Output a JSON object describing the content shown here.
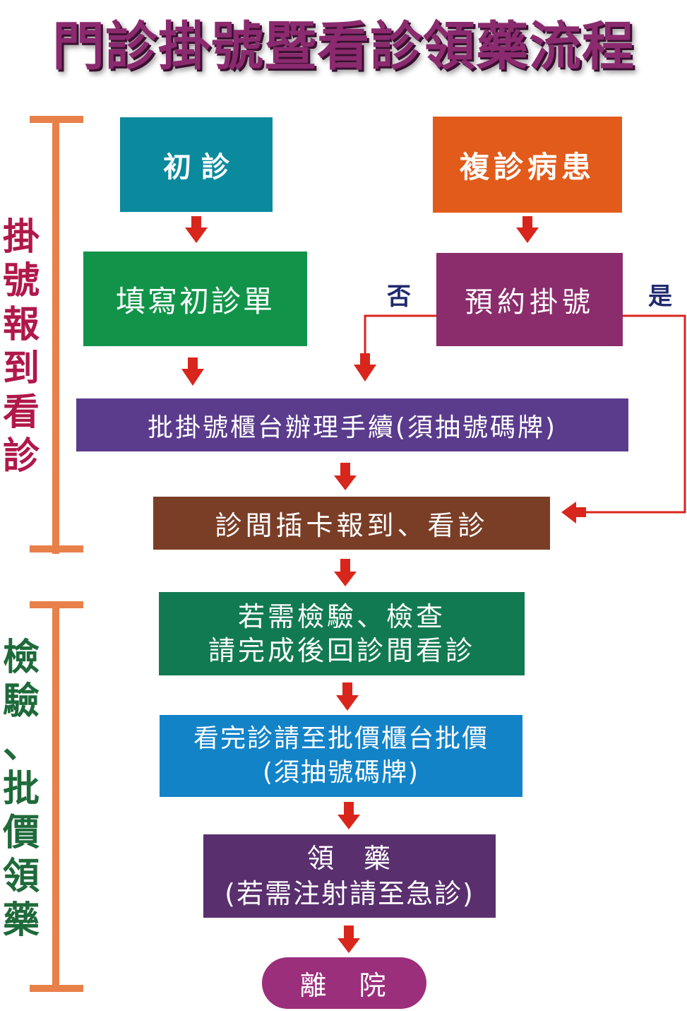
{
  "title": "門診掛號暨看診領藥流程",
  "side_labels": {
    "registration": [
      "掛",
      "號",
      "報",
      "到",
      "看",
      "診"
    ],
    "exam_pricing": [
      "檢",
      "驗",
      "、",
      "批",
      "價",
      "領",
      "藥"
    ]
  },
  "nodes": {
    "first_visit": "初 診",
    "return_patient": "複診病患",
    "fill_form": "填寫初診單",
    "appointment": "預約掛號",
    "no_label": "否",
    "yes_label": "是",
    "counter": "批掛號櫃台辦理手續(須抽號碼牌)",
    "checkin": "診間插卡報到、看診",
    "exam": [
      "若需檢驗、檢查",
      "請完成後回診間看診"
    ],
    "pricing": [
      "看完診請至批價櫃台批價",
      "(須抽號碼牌)"
    ],
    "medicine": [
      "領　藥",
      "(若需注射請至急診)"
    ],
    "leave": "離　院"
  },
  "colors": {
    "title": "#8b2a6f",
    "bracket": "#e8804a",
    "side_registration": "#b0184a",
    "side_exam": "#1f6a3a",
    "arrow": "#d9261c",
    "first_visit": "#0b8a9e",
    "return_patient": "#e25b1a",
    "fill_form": "#119449",
    "appointment": "#8b2d6c",
    "counter": "#5a3b8c",
    "checkin": "#7a3e27",
    "exam": "#127a52",
    "pricing": "#1383c8",
    "medicine": "#5a2f6e",
    "leave": "#9b2f7c"
  }
}
